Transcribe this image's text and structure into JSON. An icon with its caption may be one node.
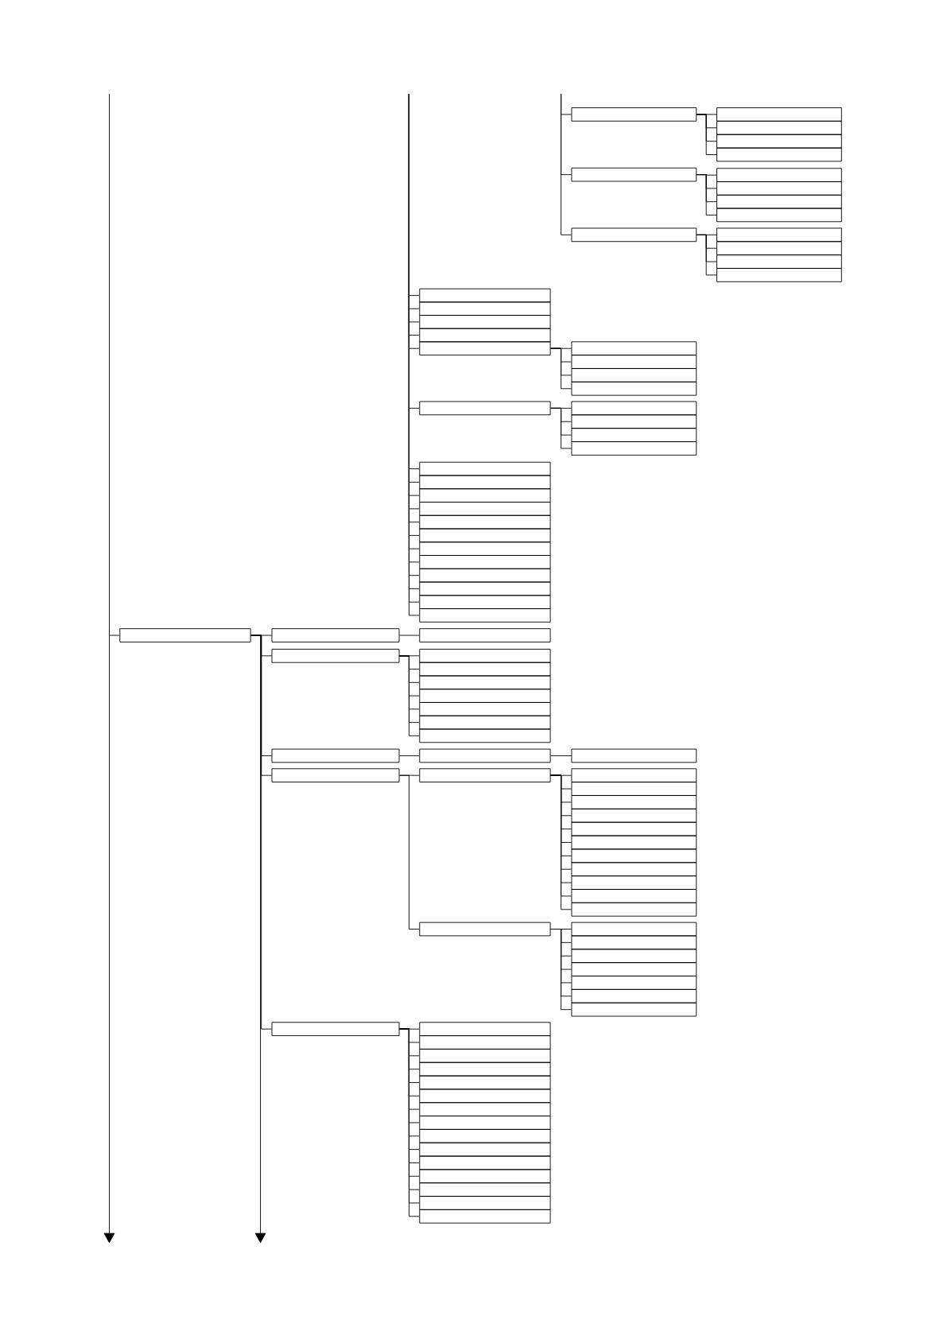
{
  "diagram": {
    "nodes": [
      {
        "text": [],
        "shape": "box"
      },
      {
        "text": [],
        "shape": "box"
      },
      {
        "text": [],
        "shape": "box"
      },
      {
        "text": [],
        "shape": "box"
      },
      {
        "text": [],
        "shape": "box"
      },
      {
        "text": [],
        "shape": "box"
      },
      {
        "text": [],
        "shape": "box"
      },
      {
        "text": [],
        "shape": "box"
      },
      {
        "text": [],
        "shape": "box"
      },
      {
        "text": [],
        "shape": "box"
      },
      {
        "text": [],
        "shape": "box"
      },
      {
        "text": [],
        "shape": "box"
      },
      {
        "text": [],
        "shape": "box"
      },
      {
        "text": [],
        "shape": "box"
      },
      {
        "text": [],
        "shape": "box"
      },
      {
        "text": [],
        "shape": "box"
      },
      {
        "text": [],
        "shape": "box"
      },
      {
        "text": [],
        "shape": "box"
      },
      {
        "text": [],
        "shape": "box"
      },
      {
        "text": [],
        "shape": "box"
      },
      {
        "text": [],
        "shape": "box"
      },
      {
        "text": [],
        "shape": "box"
      },
      {
        "text": [],
        "shape": "box"
      },
      {
        "text": [],
        "shape": "box"
      },
      {
        "text": [],
        "shape": "box"
      },
      {
        "text": [],
        "shape": "box"
      },
      {
        "text": [],
        "shape": "box"
      },
      {
        "text": [],
        "shape": "box"
      },
      {
        "text": [],
        "shape": "box"
      },
      {
        "text": [],
        "shape": "box"
      },
      {
        "text": [],
        "shape": "box"
      },
      {
        "text": [],
        "shape": "box"
      },
      {
        "text": [],
        "shape": "box"
      },
      {
        "text": [],
        "shape": "box"
      },
      {
        "text": [],
        "shape": "box"
      },
      {
        "text": [],
        "shape": "box"
      },
      {
        "text": [],
        "shape": "box"
      },
      {
        "text": [],
        "shape": "box"
      },
      {
        "text": [],
        "shape": "box"
      },
      {
        "text": [],
        "shape": "box"
      },
      {
        "text": [],
        "shape": "box"
      },
      {
        "text": [],
        "shape": "box"
      },
      {
        "text": [],
        "shape": "box"
      },
      {
        "text": [],
        "shape": "box"
      },
      {
        "text": [],
        "shape": "box"
      },
      {
        "text": [],
        "shape": "box"
      },
      {
        "text": [],
        "shape": "box"
      },
      {
        "text": [],
        "shape": "box"
      },
      {
        "text": [],
        "shape": "box"
      },
      {
        "text": [],
        "shape": "box"
      },
      {
        "text": [],
        "shape": "box"
      },
      {
        "text": [],
        "shape": "box"
      },
      {
        "text": [],
        "shape": "box"
      },
      {
        "text": [],
        "shape": "box"
      },
      {
        "text": [],
        "shape": "box"
      },
      {
        "text": [],
        "shape": "box"
      },
      {
        "text": [],
        "shape": "box"
      },
      {
        "text": [],
        "shape": "box"
      },
      {
        "text": [],
        "shape": "box"
      },
      {
        "text": [],
        "shape": "box"
      },
      {
        "text": [],
        "shape": "box"
      },
      {
        "text": [],
        "shape": "box"
      },
      {
        "text": [],
        "shape": "box"
      },
      {
        "text": [],
        "shape": "box"
      },
      {
        "text": [],
        "shape": "box"
      },
      {
        "text": [],
        "shape": "box"
      },
      {
        "text": [],
        "shape": "box"
      },
      {
        "text": [],
        "shape": "box"
      },
      {
        "text": [],
        "shape": "box"
      },
      {
        "text": [],
        "shape": "box"
      },
      {
        "text": [],
        "shape": "box"
      },
      {
        "text": [],
        "shape": "box"
      },
      {
        "text": [],
        "shape": "box"
      },
      {
        "text": [],
        "shape": "box"
      },
      {
        "text": [],
        "shape": "box"
      },
      {
        "text": [],
        "shape": "box"
      },
      {
        "text": [],
        "shape": "box"
      },
      {
        "text": [],
        "shape": "box"
      },
      {
        "text": [],
        "shape": "box"
      },
      {
        "text": [],
        "shape": "box"
      },
      {
        "text": [],
        "shape": "box"
      },
      {
        "text": [],
        "shape": "box"
      },
      {
        "text": [],
        "shape": "box"
      },
      {
        "text": [],
        "shape": "box"
      },
      {
        "text": [],
        "shape": "box"
      },
      {
        "text": [],
        "shape": "box"
      },
      {
        "text": [],
        "shape": "box"
      },
      {
        "text": [],
        "shape": "box"
      },
      {
        "text": [],
        "shape": "box"
      },
      {
        "text": [],
        "shape": "box"
      },
      {
        "text": [],
        "shape": "box"
      },
      {
        "text": [],
        "shape": "box"
      }
    ],
    "edges": [
      {
        "from": null,
        "to": 0,
        "arrow": "none"
      },
      {
        "from": 0,
        "to": 1,
        "arrow": "none"
      },
      {
        "from": 0,
        "to": 2,
        "arrow": "none"
      },
      {
        "from": 0,
        "to": 3,
        "arrow": "none"
      },
      {
        "from": 0,
        "to": 4,
        "arrow": "none"
      },
      {
        "from": null,
        "to": 5,
        "arrow": "none"
      },
      {
        "from": 5,
        "to": 6,
        "arrow": "none"
      },
      {
        "from": 5,
        "to": 7,
        "arrow": "none"
      },
      {
        "from": 5,
        "to": 8,
        "arrow": "none"
      },
      {
        "from": 5,
        "to": 9,
        "arrow": "none"
      },
      {
        "from": null,
        "to": 10,
        "arrow": "none"
      },
      {
        "from": 10,
        "to": 11,
        "arrow": "none"
      },
      {
        "from": 10,
        "to": 12,
        "arrow": "none"
      },
      {
        "from": 10,
        "to": 13,
        "arrow": "none"
      },
      {
        "from": 10,
        "to": 14,
        "arrow": "none"
      },
      {
        "from": null,
        "to": 15,
        "arrow": "none"
      },
      {
        "from": null,
        "to": 16,
        "arrow": "none"
      },
      {
        "from": null,
        "to": 17,
        "arrow": "none"
      },
      {
        "from": null,
        "to": 18,
        "arrow": "none"
      },
      {
        "from": null,
        "to": 19,
        "arrow": "none"
      },
      {
        "from": 19,
        "to": 20,
        "arrow": "none"
      },
      {
        "from": 19,
        "to": 21,
        "arrow": "none"
      },
      {
        "from": 19,
        "to": 22,
        "arrow": "none"
      },
      {
        "from": 19,
        "to": 23,
        "arrow": "none"
      },
      {
        "from": null,
        "to": 24,
        "arrow": "none"
      },
      {
        "from": 24,
        "to": 25,
        "arrow": "none"
      },
      {
        "from": 24,
        "to": 26,
        "arrow": "none"
      },
      {
        "from": 24,
        "to": 27,
        "arrow": "none"
      },
      {
        "from": 24,
        "to": 28,
        "arrow": "none"
      },
      {
        "from": null,
        "to": 29,
        "arrow": "none"
      },
      {
        "from": null,
        "to": 30,
        "arrow": "none"
      },
      {
        "from": null,
        "to": 31,
        "arrow": "none"
      },
      {
        "from": null,
        "to": 32,
        "arrow": "none"
      },
      {
        "from": null,
        "to": 33,
        "arrow": "none"
      },
      {
        "from": null,
        "to": 34,
        "arrow": "none"
      },
      {
        "from": null,
        "to": 35,
        "arrow": "none"
      },
      {
        "from": null,
        "to": 36,
        "arrow": "none"
      },
      {
        "from": null,
        "to": 37,
        "arrow": "none"
      },
      {
        "from": null,
        "to": 38,
        "arrow": "none"
      },
      {
        "from": null,
        "to": 39,
        "arrow": "none"
      },
      {
        "from": null,
        "to": 40,
        "arrow": "none"
      },
      {
        "from": null,
        "to": 41,
        "arrow": "none"
      },
      {
        "from": 41,
        "to": 42,
        "arrow": "none"
      },
      {
        "from": 42,
        "to": 43,
        "arrow": "none"
      },
      {
        "from": 41,
        "to": 44,
        "arrow": "none"
      },
      {
        "from": 44,
        "to": 45,
        "arrow": "none"
      },
      {
        "from": 44,
        "to": 46,
        "arrow": "none"
      },
      {
        "from": 44,
        "to": 47,
        "arrow": "none"
      },
      {
        "from": 44,
        "to": 48,
        "arrow": "none"
      },
      {
        "from": 44,
        "to": 49,
        "arrow": "none"
      },
      {
        "from": 44,
        "to": 50,
        "arrow": "none"
      },
      {
        "from": 44,
        "to": 51,
        "arrow": "none"
      },
      {
        "from": 41,
        "to": 52,
        "arrow": "none"
      },
      {
        "from": 52,
        "to": 53,
        "arrow": "none"
      },
      {
        "from": 53,
        "to": 54,
        "arrow": "none"
      },
      {
        "from": 41,
        "to": 55,
        "arrow": "none"
      },
      {
        "from": 55,
        "to": 56,
        "arrow": "none"
      },
      {
        "from": 56,
        "to": 57,
        "arrow": "none"
      },
      {
        "from": 56,
        "to": 58,
        "arrow": "none"
      },
      {
        "from": 56,
        "to": 59,
        "arrow": "none"
      },
      {
        "from": 56,
        "to": 60,
        "arrow": "none"
      },
      {
        "from": 56,
        "to": 61,
        "arrow": "none"
      },
      {
        "from": 56,
        "to": 62,
        "arrow": "none"
      },
      {
        "from": 56,
        "to": 63,
        "arrow": "none"
      },
      {
        "from": 56,
        "to": 64,
        "arrow": "none"
      },
      {
        "from": 56,
        "to": 65,
        "arrow": "none"
      },
      {
        "from": 56,
        "to": 66,
        "arrow": "none"
      },
      {
        "from": 56,
        "to": 67,
        "arrow": "none"
      },
      {
        "from": 55,
        "to": 68,
        "arrow": "none"
      },
      {
        "from": 68,
        "to": 69,
        "arrow": "none"
      },
      {
        "from": 68,
        "to": 70,
        "arrow": "none"
      },
      {
        "from": 68,
        "to": 71,
        "arrow": "none"
      },
      {
        "from": 68,
        "to": 72,
        "arrow": "none"
      },
      {
        "from": 68,
        "to": 73,
        "arrow": "none"
      },
      {
        "from": 68,
        "to": 74,
        "arrow": "none"
      },
      {
        "from": 68,
        "to": 75,
        "arrow": "none"
      },
      {
        "from": 41,
        "to": 76,
        "arrow": "none"
      },
      {
        "from": 76,
        "to": 77,
        "arrow": "none"
      },
      {
        "from": 76,
        "to": 78,
        "arrow": "none"
      },
      {
        "from": 76,
        "to": 79,
        "arrow": "none"
      },
      {
        "from": 76,
        "to": 80,
        "arrow": "none"
      },
      {
        "from": 76,
        "to": 81,
        "arrow": "none"
      },
      {
        "from": 76,
        "to": 82,
        "arrow": "none"
      },
      {
        "from": 76,
        "to": 83,
        "arrow": "none"
      },
      {
        "from": 76,
        "to": 84,
        "arrow": "none"
      },
      {
        "from": 76,
        "to": 85,
        "arrow": "none"
      },
      {
        "from": 76,
        "to": 86,
        "arrow": "none"
      },
      {
        "from": 76,
        "to": 87,
        "arrow": "none"
      },
      {
        "from": 76,
        "to": 88,
        "arrow": "none"
      },
      {
        "from": 76,
        "to": 89,
        "arrow": "none"
      },
      {
        "from": 76,
        "to": 90,
        "arrow": "none"
      },
      {
        "from": 76,
        "to": 91,
        "arrow": "none"
      }
    ]
  }
}
